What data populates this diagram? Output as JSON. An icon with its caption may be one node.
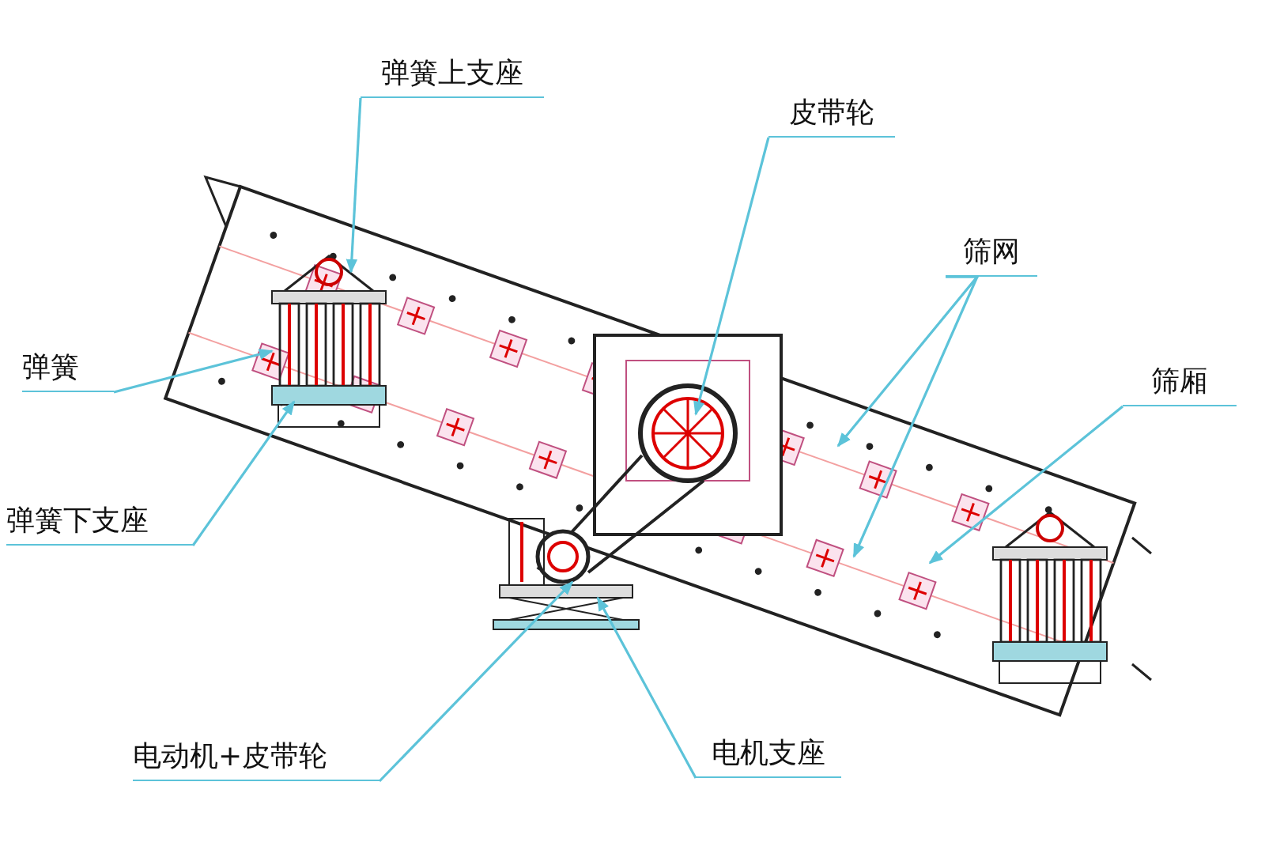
{
  "diagram": {
    "nodes": [
      {
        "text": [
          "弹簧上支座"
        ]
      },
      {
        "text": [
          "皮带轮"
        ]
      },
      {
        "text": [
          "筛网"
        ]
      },
      {
        "text": [
          "弹簧"
        ]
      },
      {
        "text": [
          "筛厢"
        ]
      },
      {
        "text": [
          "弹簧下支座"
        ]
      },
      {
        "text": [
          "电动机+皮带轮"
        ]
      },
      {
        "text": [
          "电机支座"
        ]
      }
    ],
    "edges": [
      {
        "from": 0,
        "to": null,
        "arrow": "to"
      },
      {
        "from": 1,
        "to": null,
        "arrow": "to"
      },
      {
        "from": 2,
        "to": null,
        "arrow": "to"
      },
      {
        "from": 2,
        "to": null,
        "arrow": "to"
      },
      {
        "from": 3,
        "to": null,
        "arrow": "to"
      },
      {
        "from": 4,
        "to": null,
        "arrow": "to"
      },
      {
        "from": 5,
        "to": null,
        "arrow": "to"
      },
      {
        "from": 6,
        "to": null,
        "arrow": "to"
      },
      {
        "from": 7,
        "to": null,
        "arrow": "to"
      }
    ]
  }
}
